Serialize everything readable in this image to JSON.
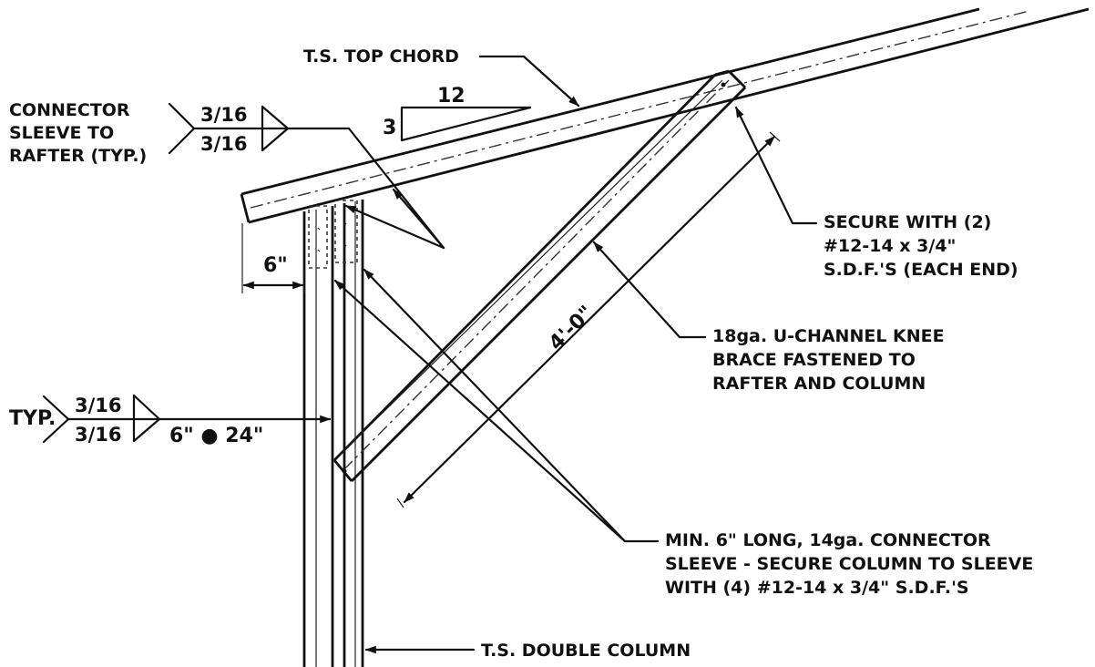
{
  "labels": {
    "top_chord": "T.S. TOP CHORD",
    "connector_line1": "CONNECTOR",
    "connector_line2": "SLEEVE TO",
    "connector_line3": "RAFTER (TYP.)",
    "secure_line1": "SECURE WITH (2)",
    "secure_line2": "#12-14 x 3/4\"",
    "secure_line3": "S.D.F.'S (EACH END)",
    "knee_line1": "18ga. U-CHANNEL KNEE",
    "knee_line2": "BRACE FASTENED TO",
    "knee_line3": "RAFTER AND COLUMN",
    "sleeve_line1": "MIN. 6\" LONG, 14ga. CONNECTOR",
    "sleeve_line2": "SLEEVE - SECURE COLUMN TO SLEEVE",
    "sleeve_line3": "WITH (4) #12-14 x 3/4\" S.D.F.'S",
    "double_column": "T.S. DOUBLE COLUMN",
    "typ": "TYP."
  },
  "welds": {
    "upper_top": "3/16",
    "upper_bottom": "3/16",
    "lower_top": "3/16",
    "lower_bottom": "3/16",
    "lower_spacing": "6\"  ●  24\""
  },
  "slope": {
    "run": "12",
    "rise": "3"
  },
  "dimensions": {
    "brace_length": "4'-0\"",
    "overhang": "6\""
  },
  "icons": {
    "weld_symbol": "fillet-weld-both-sides-icon",
    "slope_triangle": "slope-triangle-icon",
    "pitch_marker": "bullet-glyph"
  }
}
